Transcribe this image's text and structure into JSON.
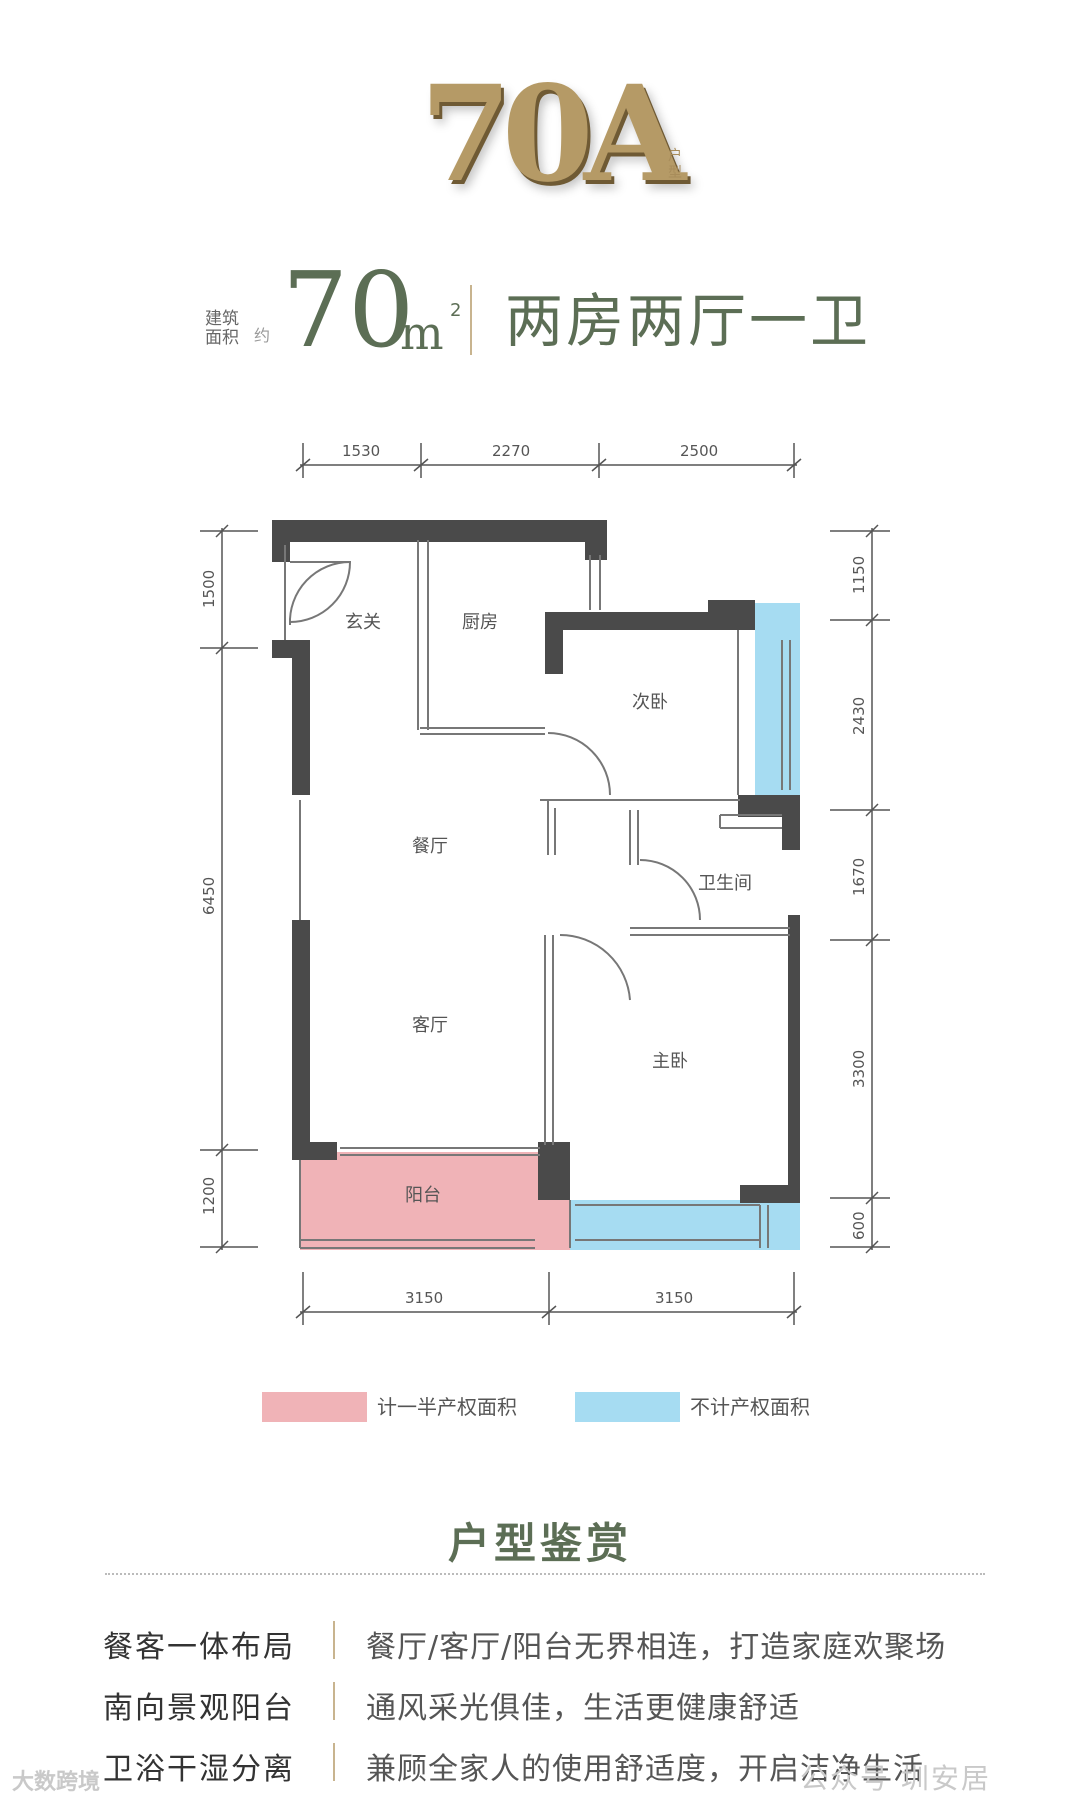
{
  "header": {
    "unit_code": "70A",
    "unit_suffix": "户型",
    "area_label": "建筑面积",
    "area_about": "约",
    "area_value": "70",
    "area_unit": "m",
    "area_sup": "2",
    "layout_type": "两房两厅一卫"
  },
  "floorplan": {
    "rooms": {
      "foyer": "玄关",
      "kitchen": "厨房",
      "second_bedroom": "次卧",
      "dining": "餐厅",
      "bathroom": "卫生间",
      "living": "客厅",
      "master_bedroom": "主卧",
      "balcony": "阳台"
    },
    "dims_top": [
      "1530",
      "2270",
      "2500"
    ],
    "dims_bottom": [
      "3150",
      "3150"
    ],
    "dims_left": [
      "1500",
      "6450",
      "1200"
    ],
    "dims_right": [
      "1150",
      "2430",
      "1670",
      "3300",
      "600"
    ],
    "colors": {
      "half_area": "#f0b3b7",
      "no_area": "#a6dcf2",
      "wall": "#4a4a4a"
    }
  },
  "legend": {
    "half_area_label": "计一半产权面积",
    "no_area_label": "不计产权面积"
  },
  "features": {
    "title": "户型鉴赏",
    "items": [
      {
        "key": "餐客一体布局",
        "value": "餐厅/客厅/阳台无界相连，打造家庭欢聚场"
      },
      {
        "key": "南向景观阳台",
        "value": "通风采光俱佳，生活更健康舒适"
      },
      {
        "key": "卫浴干湿分离",
        "value": "兼顾全家人的使用舒适度，开启洁净生活"
      }
    ]
  },
  "watermarks": {
    "left": "大数跨境",
    "right": "公众号 圳安居"
  }
}
